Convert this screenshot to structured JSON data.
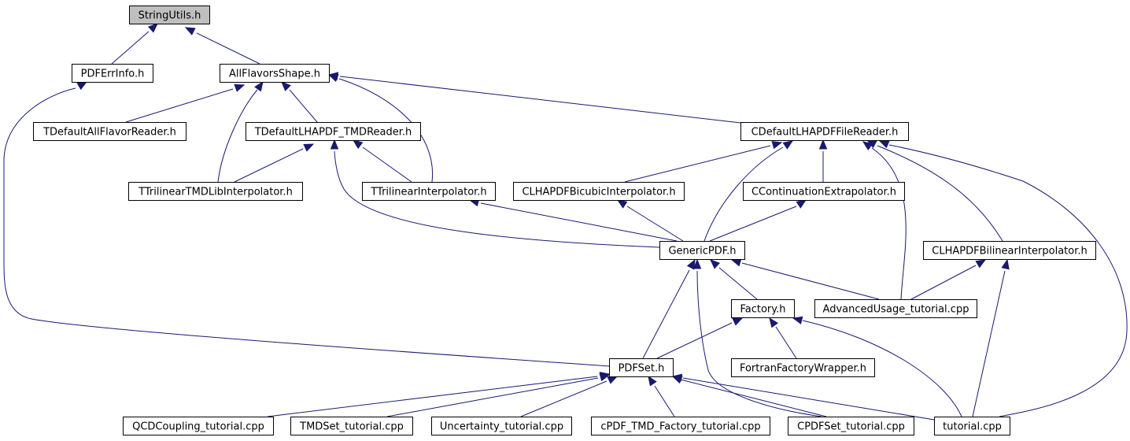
{
  "graph": {
    "arrow_color": "#191970",
    "highlight_fill": "#bfbfbf",
    "node_fill": "#ffffff",
    "nodes": {
      "stringutils": "StringUtils.h",
      "pdferrinfo": "PDFErrInfo.h",
      "allflavorsshape": "AllFlavorsShape.h",
      "tdefaultallflavorreader": "TDefaultAllFlavorReader.h",
      "tdefaultlhapdf_tmdreader": "TDefaultLHAPDF_TMDReader.h",
      "cdefaultlhapdffilereader": "CDefaultLHAPDFFileReader.h",
      "ttrilineartmdlibinterpolator": "TTrilinearTMDLibInterpolator.h",
      "ttrilinearinterpolator": "TTrilinearInterpolator.h",
      "clhapdfbicubicinterpolator": "CLHAPDFBicubicInterpolator.h",
      "ccontinuationextrapolator": "CContinuationExtrapolator.h",
      "genericpdf": "GenericPDF.h",
      "clhapdfbilinearinterpolator": "CLHAPDFBilinearInterpolator.h",
      "factory": "Factory.h",
      "advancedusage_tutorial": "AdvancedUsage_tutorial.cpp",
      "pdfset": "PDFSet.h",
      "fortranfactorywrapper": "FortranFactoryWrapper.h",
      "qcdcoupling_tutorial": "QCDCoupling_tutorial.cpp",
      "tmdset_tutorial": "TMDSet_tutorial.cpp",
      "uncertainty_tutorial": "Uncertainty_tutorial.cpp",
      "cpdf_tmd_factory_tutorial": "cPDF_TMD_Factory_tutorial.cpp",
      "cpdfset_tutorial": "CPDFSet_tutorial.cpp",
      "tutorial": "tutorial.cpp"
    }
  }
}
